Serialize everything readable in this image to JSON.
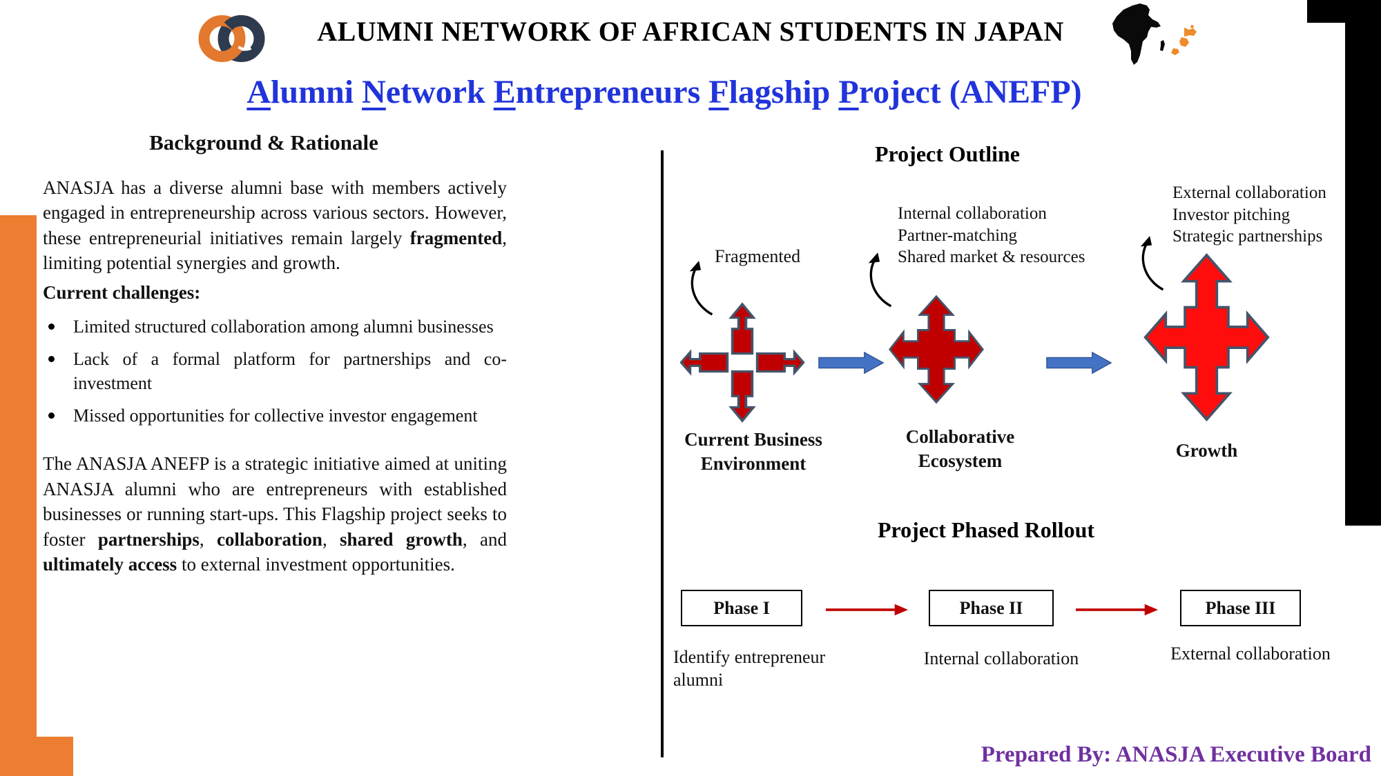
{
  "slide_title": "ALUMNI NETWORK OF AFRICAN STUDENTS IN JAPAN",
  "project_title": {
    "plain": "Alumni Network Entrepreneurs Flagship Project (ANEFP)",
    "segments": [
      {
        "u": "A",
        "t": "lumni "
      },
      {
        "u": "N",
        "t": "etwork "
      },
      {
        "u": "E",
        "t": "ntrepreneurs "
      },
      {
        "u": "F",
        "t": "lagship "
      },
      {
        "u": "P",
        "t": "roject (ANEFP)"
      }
    ]
  },
  "left_panel": {
    "heading": "Background & Rationale",
    "paragraph1": [
      {
        "t": "ANASJA has a diverse alumni base with members actively engaged in entrepreneurship across various sectors. However, these entrepreneurial initiatives remain largely "
      },
      {
        "t": "fragmented",
        "b": true
      },
      {
        "t": ", limiting potential synergies and growth."
      }
    ],
    "challenges_heading": "Current challenges:",
    "bullets": [
      "Limited structured collaboration among alumni businesses",
      "Lack of a formal platform for partnerships and co-investment",
      "Missed opportunities for collective investor engagement"
    ],
    "paragraph2": [
      {
        "t": "The ANASJA ANEFP is a strategic initiative aimed at uniting ANASJA alumni who are entrepreneurs with established businesses or running start-ups. This Flagship project seeks to foster "
      },
      {
        "t": "partnerships",
        "b": true
      },
      {
        "t": ", "
      },
      {
        "t": "collaboration",
        "b": true
      },
      {
        "t": ", "
      },
      {
        "t": "shared growth",
        "b": true
      },
      {
        "t": ", and "
      },
      {
        "t": "ultimately access",
        "b": true
      },
      {
        "t": " to external investment opportunities."
      }
    ]
  },
  "outline": {
    "heading": "Project Outline",
    "stages": [
      {
        "annotation": [
          "Fragmented"
        ],
        "label": "Current Business Environment",
        "icon": "fragmented-arrows-icon"
      },
      {
        "annotation": [
          "Internal collaboration",
          "Partner-matching",
          "Shared market & resources"
        ],
        "label": "Collaborative Ecosystem",
        "icon": "four-way-arrow-icon"
      },
      {
        "annotation": [
          "External collaboration",
          "Investor pitching",
          "Strategic partnerships"
        ],
        "label": "Growth",
        "icon": "four-way-arrow-large-icon"
      }
    ]
  },
  "rollout": {
    "heading": "Project Phased Rollout",
    "phases": [
      {
        "box": "Phase I",
        "desc": "Identify entrepreneur alumni"
      },
      {
        "box": "Phase II",
        "desc": "Internal collaboration"
      },
      {
        "box": "Phase III",
        "desc": "External collaboration"
      }
    ]
  },
  "footer": {
    "prepared_by": "Prepared By: ANASJA Executive Board"
  },
  "icons": {
    "logo": "anasja-interlocked-rings-logo",
    "map": "africa-japan-map-icon"
  },
  "colors": {
    "title_blue": "#2134DB",
    "dark_red": "#C00000",
    "bright_red": "#FF0D0D",
    "icon_stroke": "#44546A",
    "connector_blue": "#4472C4",
    "connector_border": "#2F528F",
    "phase_arrow_red": "#C00000",
    "orange_accent": "#ED7D31",
    "footer_purple": "#7030A0",
    "frame_black": "#000000",
    "logo_orange": "#E2792E",
    "logo_navy": "#2E3A4E",
    "africa_black": "#0A0A0A",
    "japan_orange": "#ED8B2D"
  }
}
